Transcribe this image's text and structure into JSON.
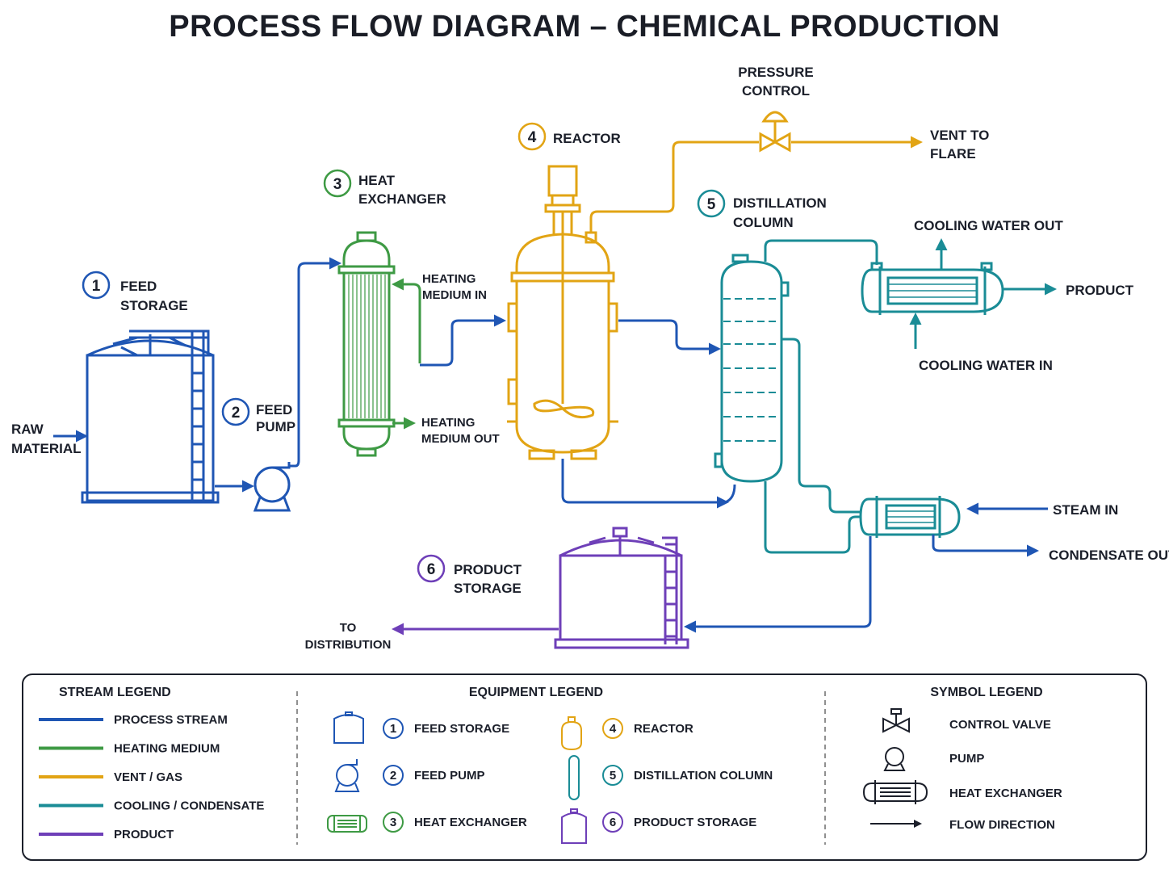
{
  "title": "PROCESS FLOW DIAGRAM – CHEMICAL PRODUCTION",
  "colors": {
    "process": "#1f56b4",
    "heating": "#3e9a44",
    "vent": "#e2a414",
    "cooling": "#1a8c96",
    "product": "#6e3fb8",
    "dark": "#1b1f2a"
  },
  "equipment": {
    "feed_storage": {
      "number": "1",
      "line1": "FEED",
      "line2": "STORAGE"
    },
    "feed_pump": {
      "number": "2",
      "line1": "FEED",
      "line2": "PUMP"
    },
    "heat_exchanger": {
      "number": "3",
      "line1": "HEAT",
      "line2": "EXCHANGER"
    },
    "reactor": {
      "number": "4",
      "label": "REACTOR"
    },
    "distillation": {
      "number": "5",
      "line1": "DISTILLATION",
      "line2": "COLUMN"
    },
    "product_storage": {
      "number": "6",
      "line1": "PRODUCT",
      "line2": "STORAGE"
    }
  },
  "streams": {
    "raw_material": {
      "line1": "RAW",
      "line2": "MATERIAL"
    },
    "heating_in": {
      "line1": "HEATING",
      "line2": "MEDIUM IN"
    },
    "heating_out": {
      "line1": "HEATING",
      "line2": "MEDIUM OUT"
    },
    "pressure_control": {
      "line1": "PRESSURE",
      "line2": "CONTROL"
    },
    "vent_to_flare": {
      "line1": "VENT TO",
      "line2": "FLARE"
    },
    "cooling_water_out": "COOLING WATER OUT",
    "cooling_water_in": "COOLING WATER IN",
    "product": "PRODUCT",
    "steam_in": "STEAM IN",
    "condensate_out": "CONDENSATE OUT",
    "to_distribution": {
      "line1": "TO",
      "line2": "DISTRIBUTION"
    }
  },
  "legend": {
    "stream": {
      "title": "STREAM LEGEND",
      "items": [
        {
          "label": "PROCESS STREAM",
          "color": "#1f56b4"
        },
        {
          "label": "HEATING MEDIUM",
          "color": "#3e9a44"
        },
        {
          "label": "VENT / GAS",
          "color": "#e2a414"
        },
        {
          "label": "COOLING / CONDENSATE",
          "color": "#1a8c96"
        },
        {
          "label": "PRODUCT",
          "color": "#6e3fb8"
        }
      ]
    },
    "equipment": {
      "title": "EQUIPMENT LEGEND",
      "items": [
        {
          "number": "1",
          "label": "FEED STORAGE",
          "icon": "tank-icon"
        },
        {
          "number": "2",
          "label": "FEED PUMP",
          "icon": "pump-icon"
        },
        {
          "number": "3",
          "label": "HEAT EXCHANGER",
          "icon": "exchanger-icon"
        },
        {
          "number": "4",
          "label": "REACTOR",
          "icon": "reactor-icon"
        },
        {
          "number": "5",
          "label": "DISTILLATION COLUMN",
          "icon": "column-icon"
        },
        {
          "number": "6",
          "label": "PRODUCT STORAGE",
          "icon": "storage-icon"
        }
      ]
    },
    "symbol": {
      "title": "SYMBOL LEGEND",
      "items": [
        {
          "label": "CONTROL VALVE",
          "icon": "control-valve-icon"
        },
        {
          "label": "PUMP",
          "icon": "pump-icon"
        },
        {
          "label": "HEAT EXCHANGER",
          "icon": "heat-exchanger-icon"
        },
        {
          "label": "FLOW DIRECTION",
          "icon": "arrow-right-icon"
        }
      ]
    }
  }
}
